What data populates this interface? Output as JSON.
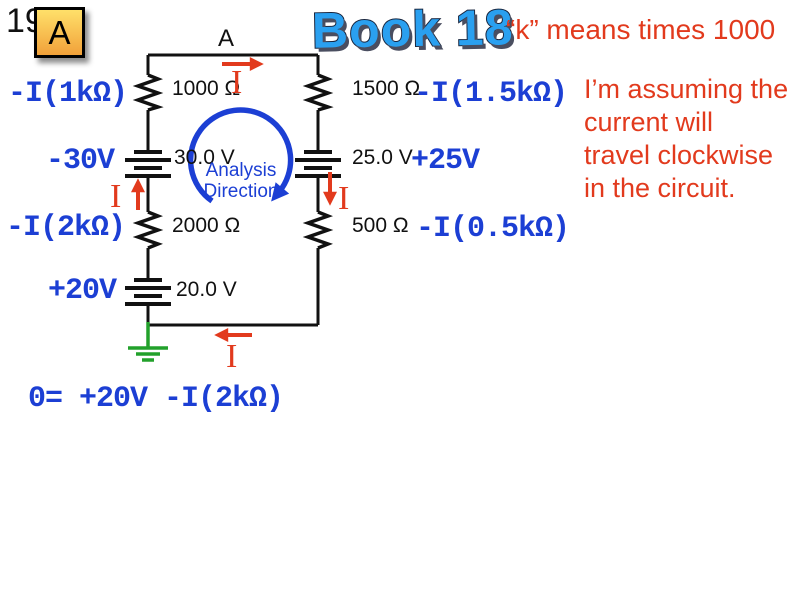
{
  "slide": {
    "page_number": "19",
    "slide_tag": "A",
    "title": "Book 18",
    "k_note": "“k” means times 1000",
    "assumption_note": {
      "lines": [
        "I’m assuming the",
        "current will",
        "travel clockwise",
        "in the circuit."
      ]
    },
    "equation": "0= +20V -I(2kΩ)"
  },
  "circuit": {
    "node_label": "A",
    "current_symbol": "I",
    "analysis_direction": {
      "line1": "Analysis",
      "line2": "Direction"
    },
    "components": [
      {
        "id": "r1",
        "type": "resistor",
        "value": "1000 Ω",
        "kvl_term": "-I(1kΩ)"
      },
      {
        "id": "v1",
        "type": "battery",
        "value": "30.0 V",
        "kvl_term": "-30V"
      },
      {
        "id": "r2",
        "type": "resistor",
        "value": "2000 Ω",
        "kvl_term": "-I(2kΩ)"
      },
      {
        "id": "v3",
        "type": "battery",
        "value": "20.0 V",
        "kvl_term": "+20V"
      },
      {
        "id": "r3",
        "type": "resistor",
        "value": "1500 Ω",
        "kvl_term": "-I(1.5kΩ)"
      },
      {
        "id": "v2",
        "type": "battery",
        "value": "25.0 V",
        "kvl_term": "+25V"
      },
      {
        "id": "r4",
        "type": "resistor",
        "value": "500 Ω",
        "kvl_term": "-I(0.5kΩ)"
      }
    ]
  },
  "colors": {
    "annotation_blue": "#1c3fd4",
    "annotation_red": "#e23a1d",
    "ground_green": "#22a12b",
    "wire_black": "#111111",
    "title_blue": "#2aa0f0",
    "title_outline": "#18253e",
    "title_shadow": "#4a4e60",
    "tag_top": "#ffe06a",
    "tag_bottom": "#f1a13a"
  }
}
